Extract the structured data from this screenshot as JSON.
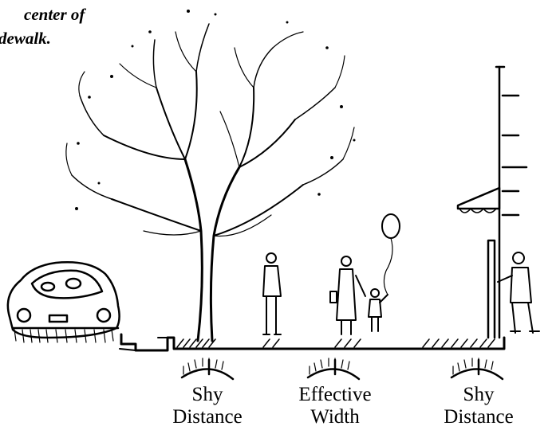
{
  "caption": {
    "line1": "center of",
    "line2": "dewalk."
  },
  "labels": {
    "left_shy": {
      "line1": "Shy",
      "line2": "Distance"
    },
    "effective": {
      "line1": "Effective",
      "line2": "Width"
    },
    "right_shy": {
      "line1": "Shy",
      "line2": "Distance"
    }
  }
}
